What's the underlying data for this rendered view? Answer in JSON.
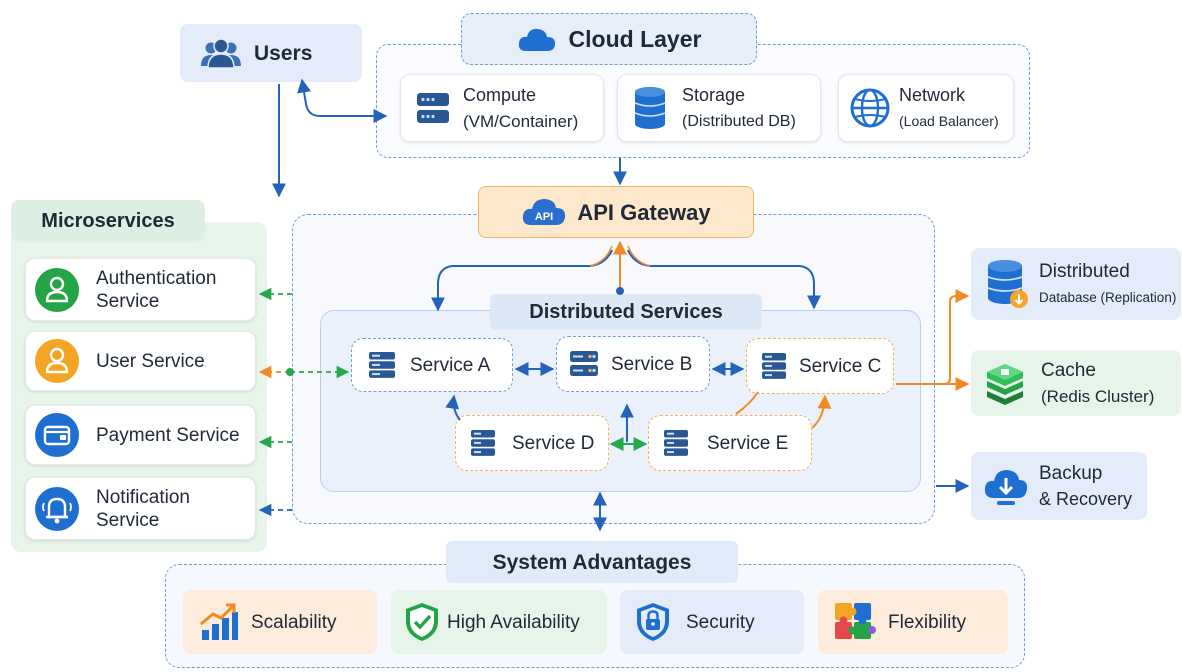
{
  "users": {
    "label": "Users"
  },
  "cloud": {
    "title": "Cloud Layer",
    "compute": {
      "line1": "Compute",
      "line2": "(VM/Container)"
    },
    "storage": {
      "line1": "Storage",
      "line2": "(Distributed DB)"
    },
    "network": {
      "line1": "Network",
      "line2": "(Load Balancer)"
    }
  },
  "gateway": {
    "label": "API Gateway",
    "badge": "API"
  },
  "microservices": {
    "title": "Microservices",
    "items": [
      {
        "line1": "Authentication",
        "line2": "Service",
        "color": "#22a447"
      },
      {
        "line1": "User Service",
        "line2": "",
        "color": "#f5a524"
      },
      {
        "line1": "Payment Service",
        "line2": "",
        "color": "#1f6fd1"
      },
      {
        "line1": "Notification",
        "line2": "Service",
        "color": "#1f6fd1"
      }
    ]
  },
  "distributed": {
    "title": "Distributed Services",
    "services": [
      "Service A",
      "Service B",
      "Service C",
      "Service D",
      "Service E"
    ]
  },
  "right": {
    "database": {
      "line1": "Distributed",
      "line2": "Database (Replication)"
    },
    "cache": {
      "line1": "Cache",
      "line2": "(Redis Cluster)"
    },
    "backup": {
      "line1": "Backup",
      "line2": "& Recovery"
    }
  },
  "advantages": {
    "title": "System Advantages",
    "items": [
      "Scalability",
      "High Availability",
      "Security",
      "Flexibility"
    ]
  },
  "colors": {
    "blue_arrow": "#2563b8",
    "green_arrow": "#27a84a",
    "orange_arrow": "#f08a24",
    "panel_blue": "#e8f0fb",
    "panel_green": "#e6f4ea"
  }
}
